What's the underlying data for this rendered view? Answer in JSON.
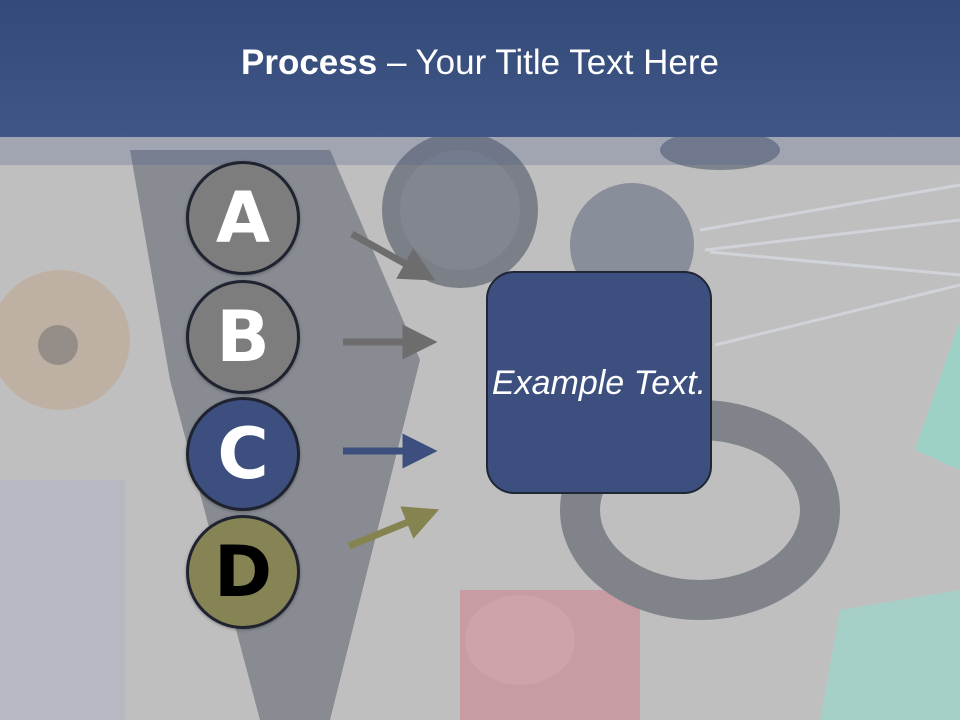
{
  "header": {
    "title_bold": "Process",
    "title_rest": " – Your Title Text Here"
  },
  "steps": [
    {
      "label": "A",
      "color": "#7d7d7d",
      "arrow_color": "#6d6d6d"
    },
    {
      "label": "B",
      "color": "#7d7d7d",
      "arrow_color": "#6d6d6d"
    },
    {
      "label": "C",
      "color": "#3c4f7e",
      "arrow_color": "#3c4f7e"
    },
    {
      "label": "D",
      "color": "#868354",
      "arrow_color": "#858451"
    }
  ],
  "textbox": {
    "text": "Example Text."
  },
  "colors": {
    "header": "#3b5182",
    "box": "#3c4f7e"
  }
}
